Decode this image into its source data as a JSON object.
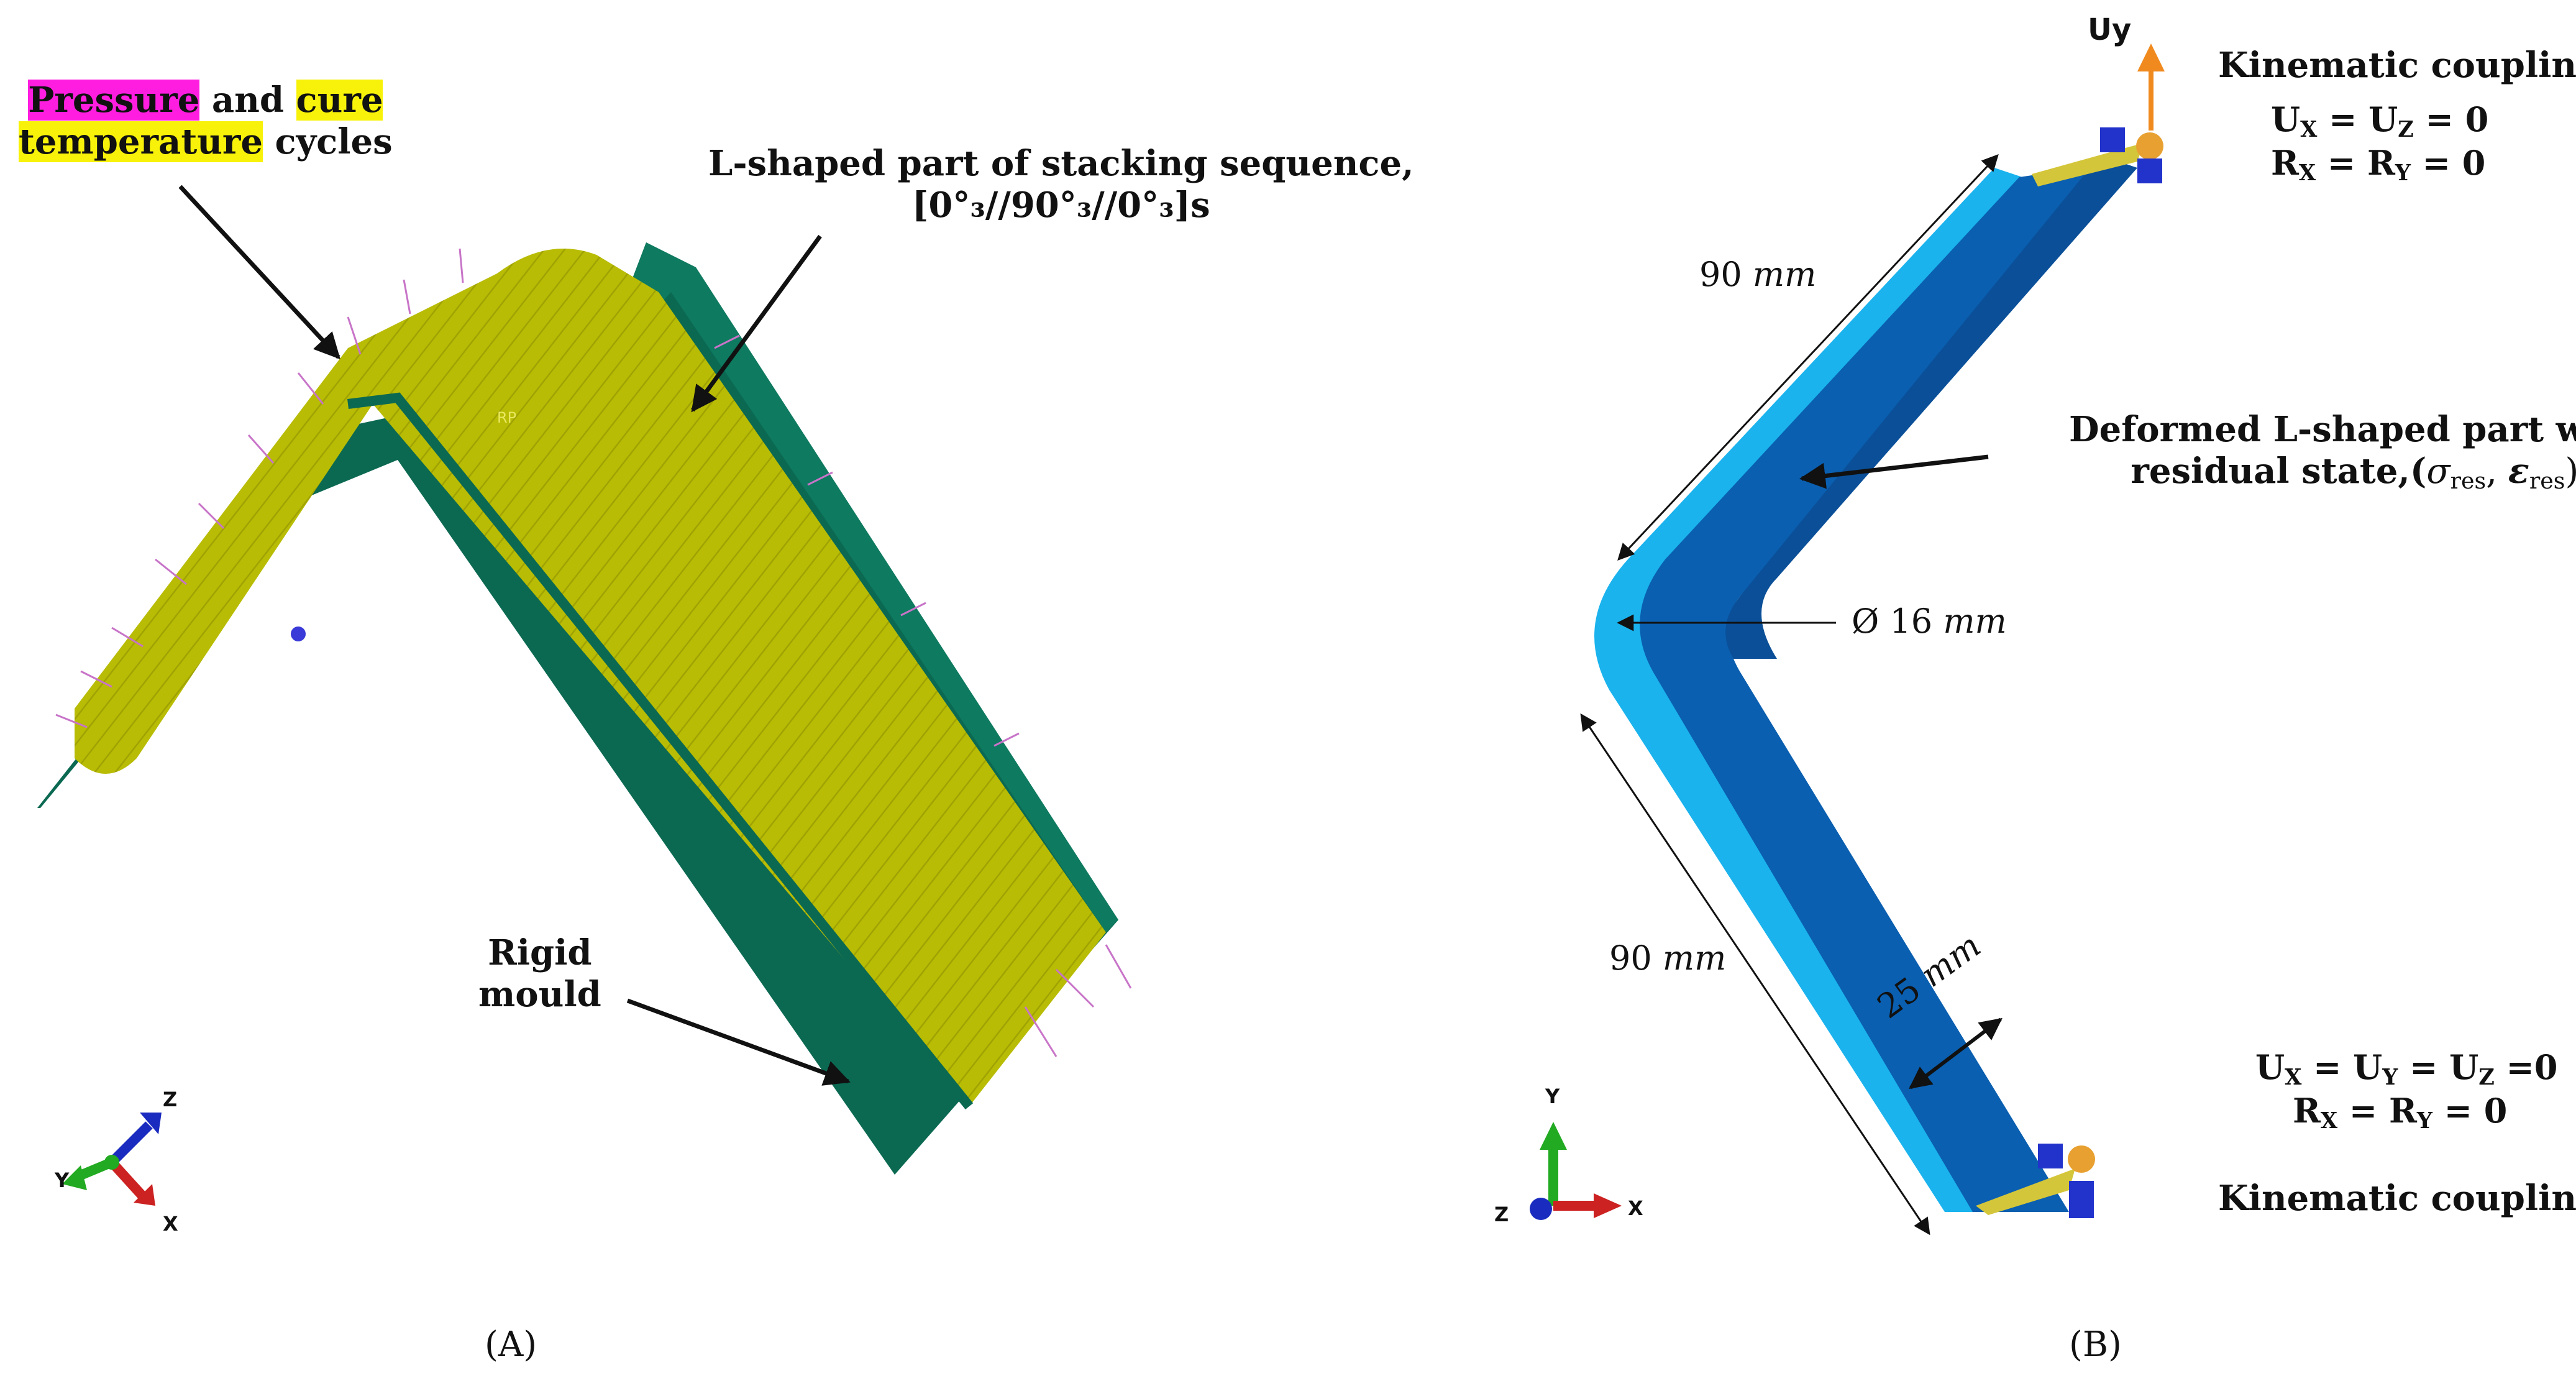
{
  "panel_a": {
    "caption": "(A)",
    "load_label": {
      "pressure": "Pressure",
      "and": " and ",
      "cure": "cure",
      "temperature": "temperature",
      "cycles": " cycles"
    },
    "part_label": {
      "line1": "L-shaped part of stacking sequence,",
      "line2": "[0°₃//90°₃//0°₃]s"
    },
    "mould_label": {
      "line1": "Rigid",
      "line2": "mould"
    },
    "rp_label": "RP",
    "triad": {
      "x": "X",
      "y": "Y",
      "z": "Z"
    },
    "colors": {
      "part": "#b8bc04",
      "mould": "#0b6952",
      "load_arrows": "#c874c8"
    }
  },
  "panel_b": {
    "caption": "(B)",
    "uy_label": "Uy",
    "top_coupling": {
      "title": "Kinematic coupling",
      "ux": "U",
      "ux_sub": "X",
      "eq1": " = U",
      "uz_sub": "Z",
      "eq1_end": " = 0",
      "rx": "R",
      "rx_sub": "X",
      "eq2": " = R",
      "ry_sub": "Y",
      "eq2_end": " = 0"
    },
    "bottom_coupling": {
      "title": "Kinematic coupling",
      "u": "U",
      "x": "X",
      "y": "Y",
      "z": "Z",
      "eq_mid": " = U",
      "eq_end": " =0",
      "r": "R",
      "r_eq": " = R",
      "r_end": " = 0"
    },
    "deformed_label": {
      "line1": "Deformed L-shaped part with",
      "line2_prefix": "residual state,(",
      "sigma": "σ",
      "res": "res",
      "comma": ", ",
      "eps": "ε",
      "close": ")"
    },
    "dim_top": {
      "value": "90 ",
      "unit": "mm"
    },
    "dim_bottom": {
      "value": "90 ",
      "unit": "mm"
    },
    "dim_width": {
      "value": "25 ",
      "unit": "mm"
    },
    "dim_diam": {
      "value": "Ø 16 ",
      "unit": "mm"
    },
    "triad": {
      "x": "X",
      "y": "Y",
      "z": "Z"
    },
    "colors": {
      "outer": "#1ab3ee",
      "inner": "#0a5fb0",
      "flange": "#0a4f98"
    }
  }
}
